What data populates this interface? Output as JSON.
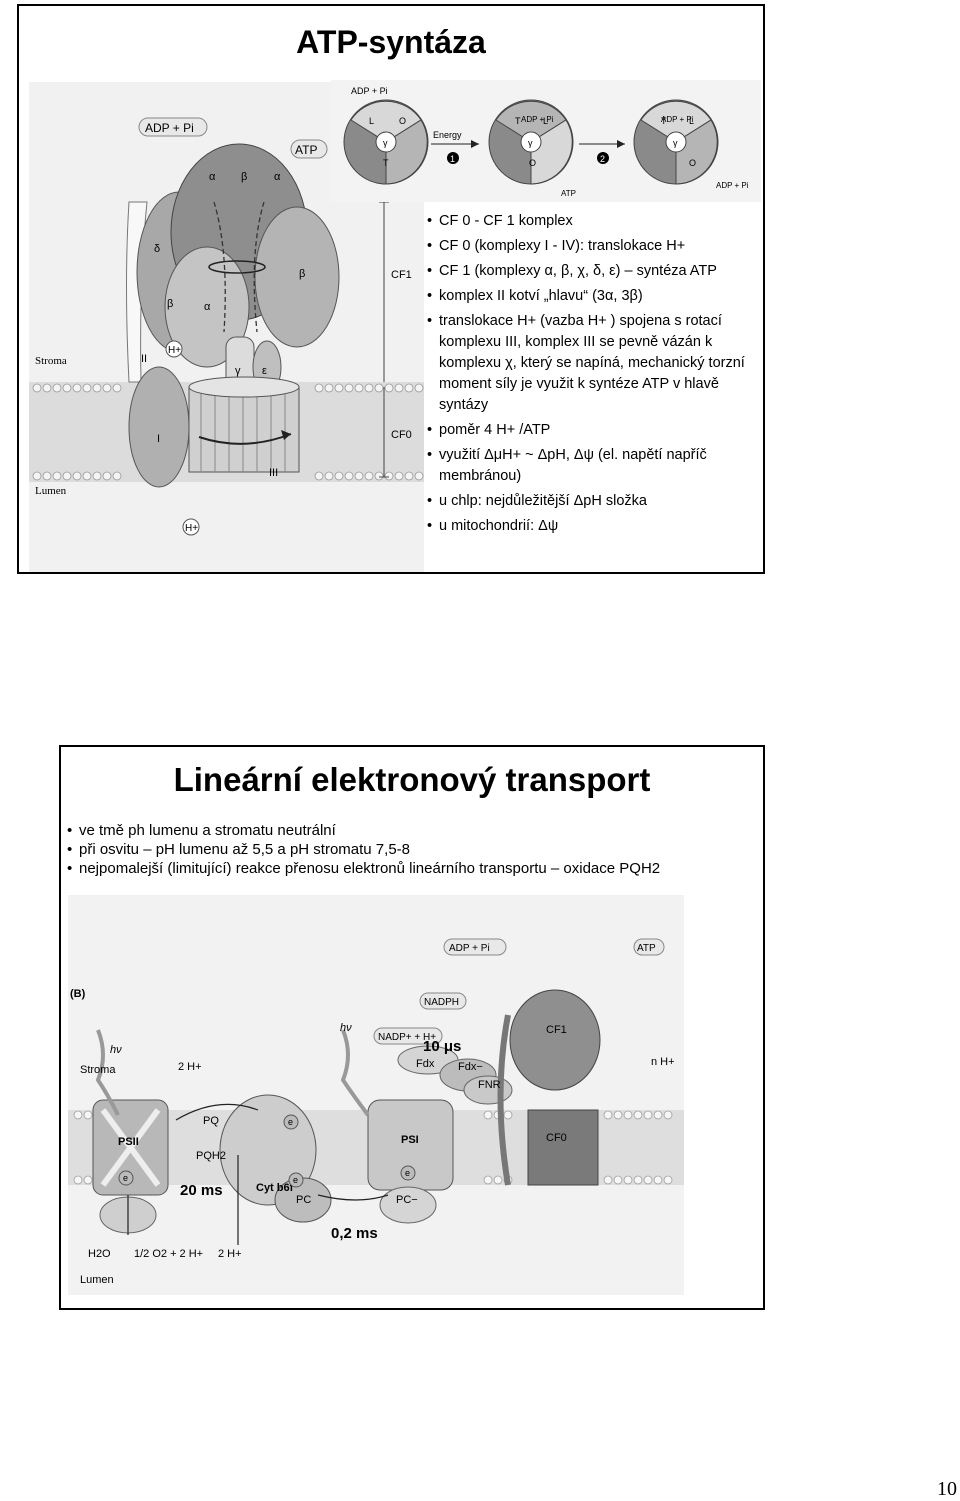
{
  "slide1": {
    "title": "ATP-syntáza",
    "bullets": [
      "CF 0 - CF 1 komplex",
      "CF 0 (komplexy I - IV): translokace H+",
      "CF 1 (komplexy α, β, χ, δ, ε) – syntéza ATP",
      "komplex II kotví „hlavu“ (3α, 3β)",
      "translokace H+ (vazba H+ ) spojena s rotací komplexu III, komplex III se pevně vázán k komplexu χ, který se napíná, mechanický torzní moment síly je využit k syntéze ATP v hlavě syntázy",
      "poměr 4 H+ /ATP",
      "využití ΔμH+ ~ ΔpH, Δψ (el. napětí napříč membránou)",
      "u chlp: nejdůležitější ΔpH složka",
      "u mitochondrií: Δψ"
    ],
    "figure": {
      "adp_pi": "ADP + Pi",
      "atp": "ATP",
      "energy": "Energy",
      "step1": "1",
      "step2": "2",
      "stroma": "Stroma",
      "lumen": "Lumen",
      "cf1": "CF1",
      "cf0": "CF0",
      "alpha": "α",
      "beta": "β",
      "gamma": "γ",
      "delta": "δ",
      "epsilon": "ε",
      "roman_i": "I",
      "roman_ii": "II",
      "roman_iii": "III",
      "h_plus": "H+",
      "site_l": "L",
      "site_o": "O",
      "site_t": "T"
    }
  },
  "slide2": {
    "title": "Lineární elektronový transport",
    "bullets": [
      "ve tmě ph lumenu a stromatu neutrální",
      "při osvitu – pH lumenu až 5,5 a pH stromatu 7,5-8",
      "nejpomalejší (limitující) reakce přenosu elektronů lineárního transportu – oxidace PQH2"
    ],
    "figure": {
      "panel": "(B)",
      "adp_pi": "ADP + Pi",
      "atp": "ATP",
      "nadph": "NADPH",
      "nadp_h": "NADP+ + H+",
      "t10us": "10 μs",
      "t20ms": "20 ms",
      "t02ms": "0,2 ms",
      "hv": "hν",
      "stroma": "Stroma",
      "lumen": "Lumen",
      "two_h": "2 H+",
      "n_h": "n H+",
      "fdx": "Fdx",
      "fdx_minus": "Fdx−",
      "fnr": "FNR",
      "cf1": "CF1",
      "cf0": "CF0",
      "psii": "PSII",
      "psi": "PSI",
      "pq": "PQ",
      "pqh2": "PQH2",
      "cyt": "Cyt b6f",
      "pc": "PC",
      "pc_minus": "PC−",
      "e": "e",
      "water": "H2O",
      "water_split": "1/2 O2 + 2 H+",
      "two_h_lumen": "2 H+"
    }
  },
  "page_number": "10"
}
